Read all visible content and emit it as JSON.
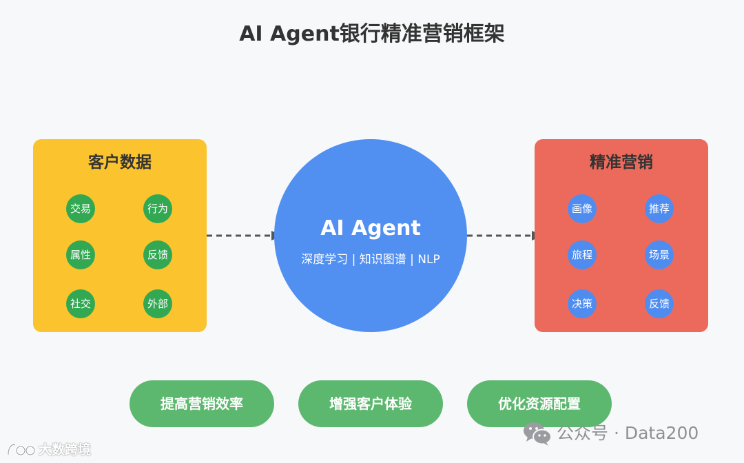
{
  "title": "AI Agent银行精准营销框架",
  "left_panel": {
    "title": "客户数据",
    "items": [
      "交易",
      "行为",
      "属性",
      "反馈",
      "社交",
      "外部"
    ]
  },
  "center": {
    "title": "AI Agent",
    "subtitle": "深度学习 | 知识图谱 | NLP"
  },
  "right_panel": {
    "title": "精准营销",
    "items": [
      "画像",
      "推荐",
      "旅程",
      "场景",
      "决策",
      "反馈"
    ]
  },
  "outcomes": [
    "提高营销效率",
    "增强客户体验",
    "优化资源配置"
  ],
  "watermark_left": "大数跨境",
  "watermark_right": "公众号 · Data200",
  "colors": {
    "background": "#f7f8f9",
    "left_panel": "#fbc42f",
    "left_chip": "#32a852",
    "center": "#518ff0",
    "right_panel": "#ec6a5c",
    "right_chip": "#4f8cf0",
    "outcome_pill": "#5db86f",
    "arrow": "#555555"
  },
  "icons": {
    "arrow": "dashed-arrow-icon",
    "wechat": "wechat-icon",
    "logo": "brand-logo-icon"
  }
}
